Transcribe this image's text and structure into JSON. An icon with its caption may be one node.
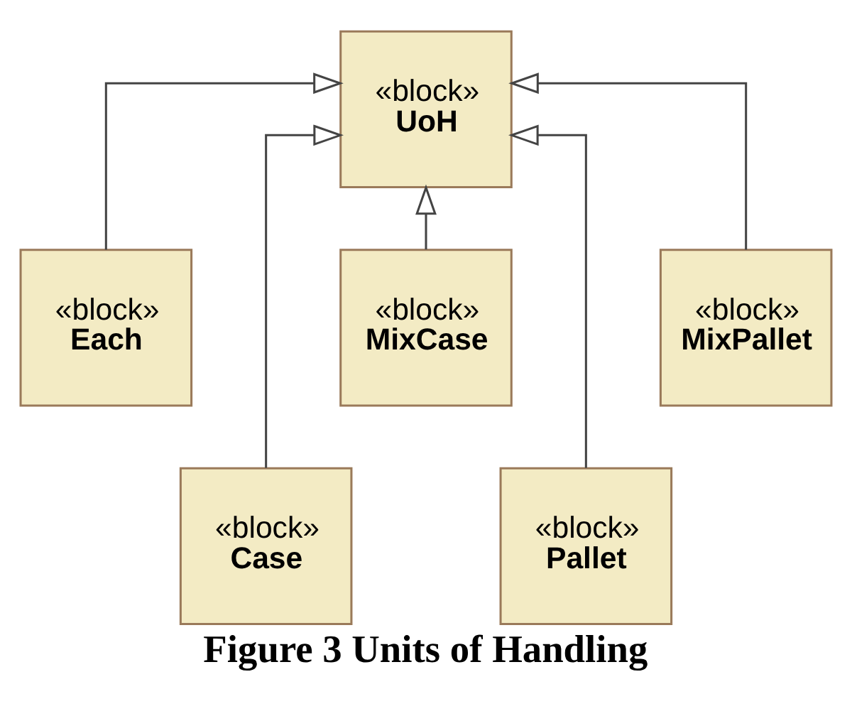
{
  "diagram": {
    "caption": "Figure 3 Units of Handling",
    "nodes": [
      {
        "text": [
          "«block»",
          "UoH"
        ]
      },
      {
        "text": [
          "«block»",
          "Each"
        ]
      },
      {
        "text": [
          "«block»",
          "Case"
        ]
      },
      {
        "text": [
          "«block»",
          "MixCase"
        ]
      },
      {
        "text": [
          "«block»",
          "Pallet"
        ]
      },
      {
        "text": [
          "«block»",
          "MixPallet"
        ]
      }
    ],
    "edges": [
      {
        "from": 1,
        "to": 0,
        "arrow": "to"
      },
      {
        "from": 2,
        "to": 0,
        "arrow": "to"
      },
      {
        "from": 3,
        "to": 0,
        "arrow": "to"
      },
      {
        "from": 4,
        "to": 0,
        "arrow": "to"
      },
      {
        "from": 5,
        "to": 0,
        "arrow": "to"
      }
    ]
  }
}
